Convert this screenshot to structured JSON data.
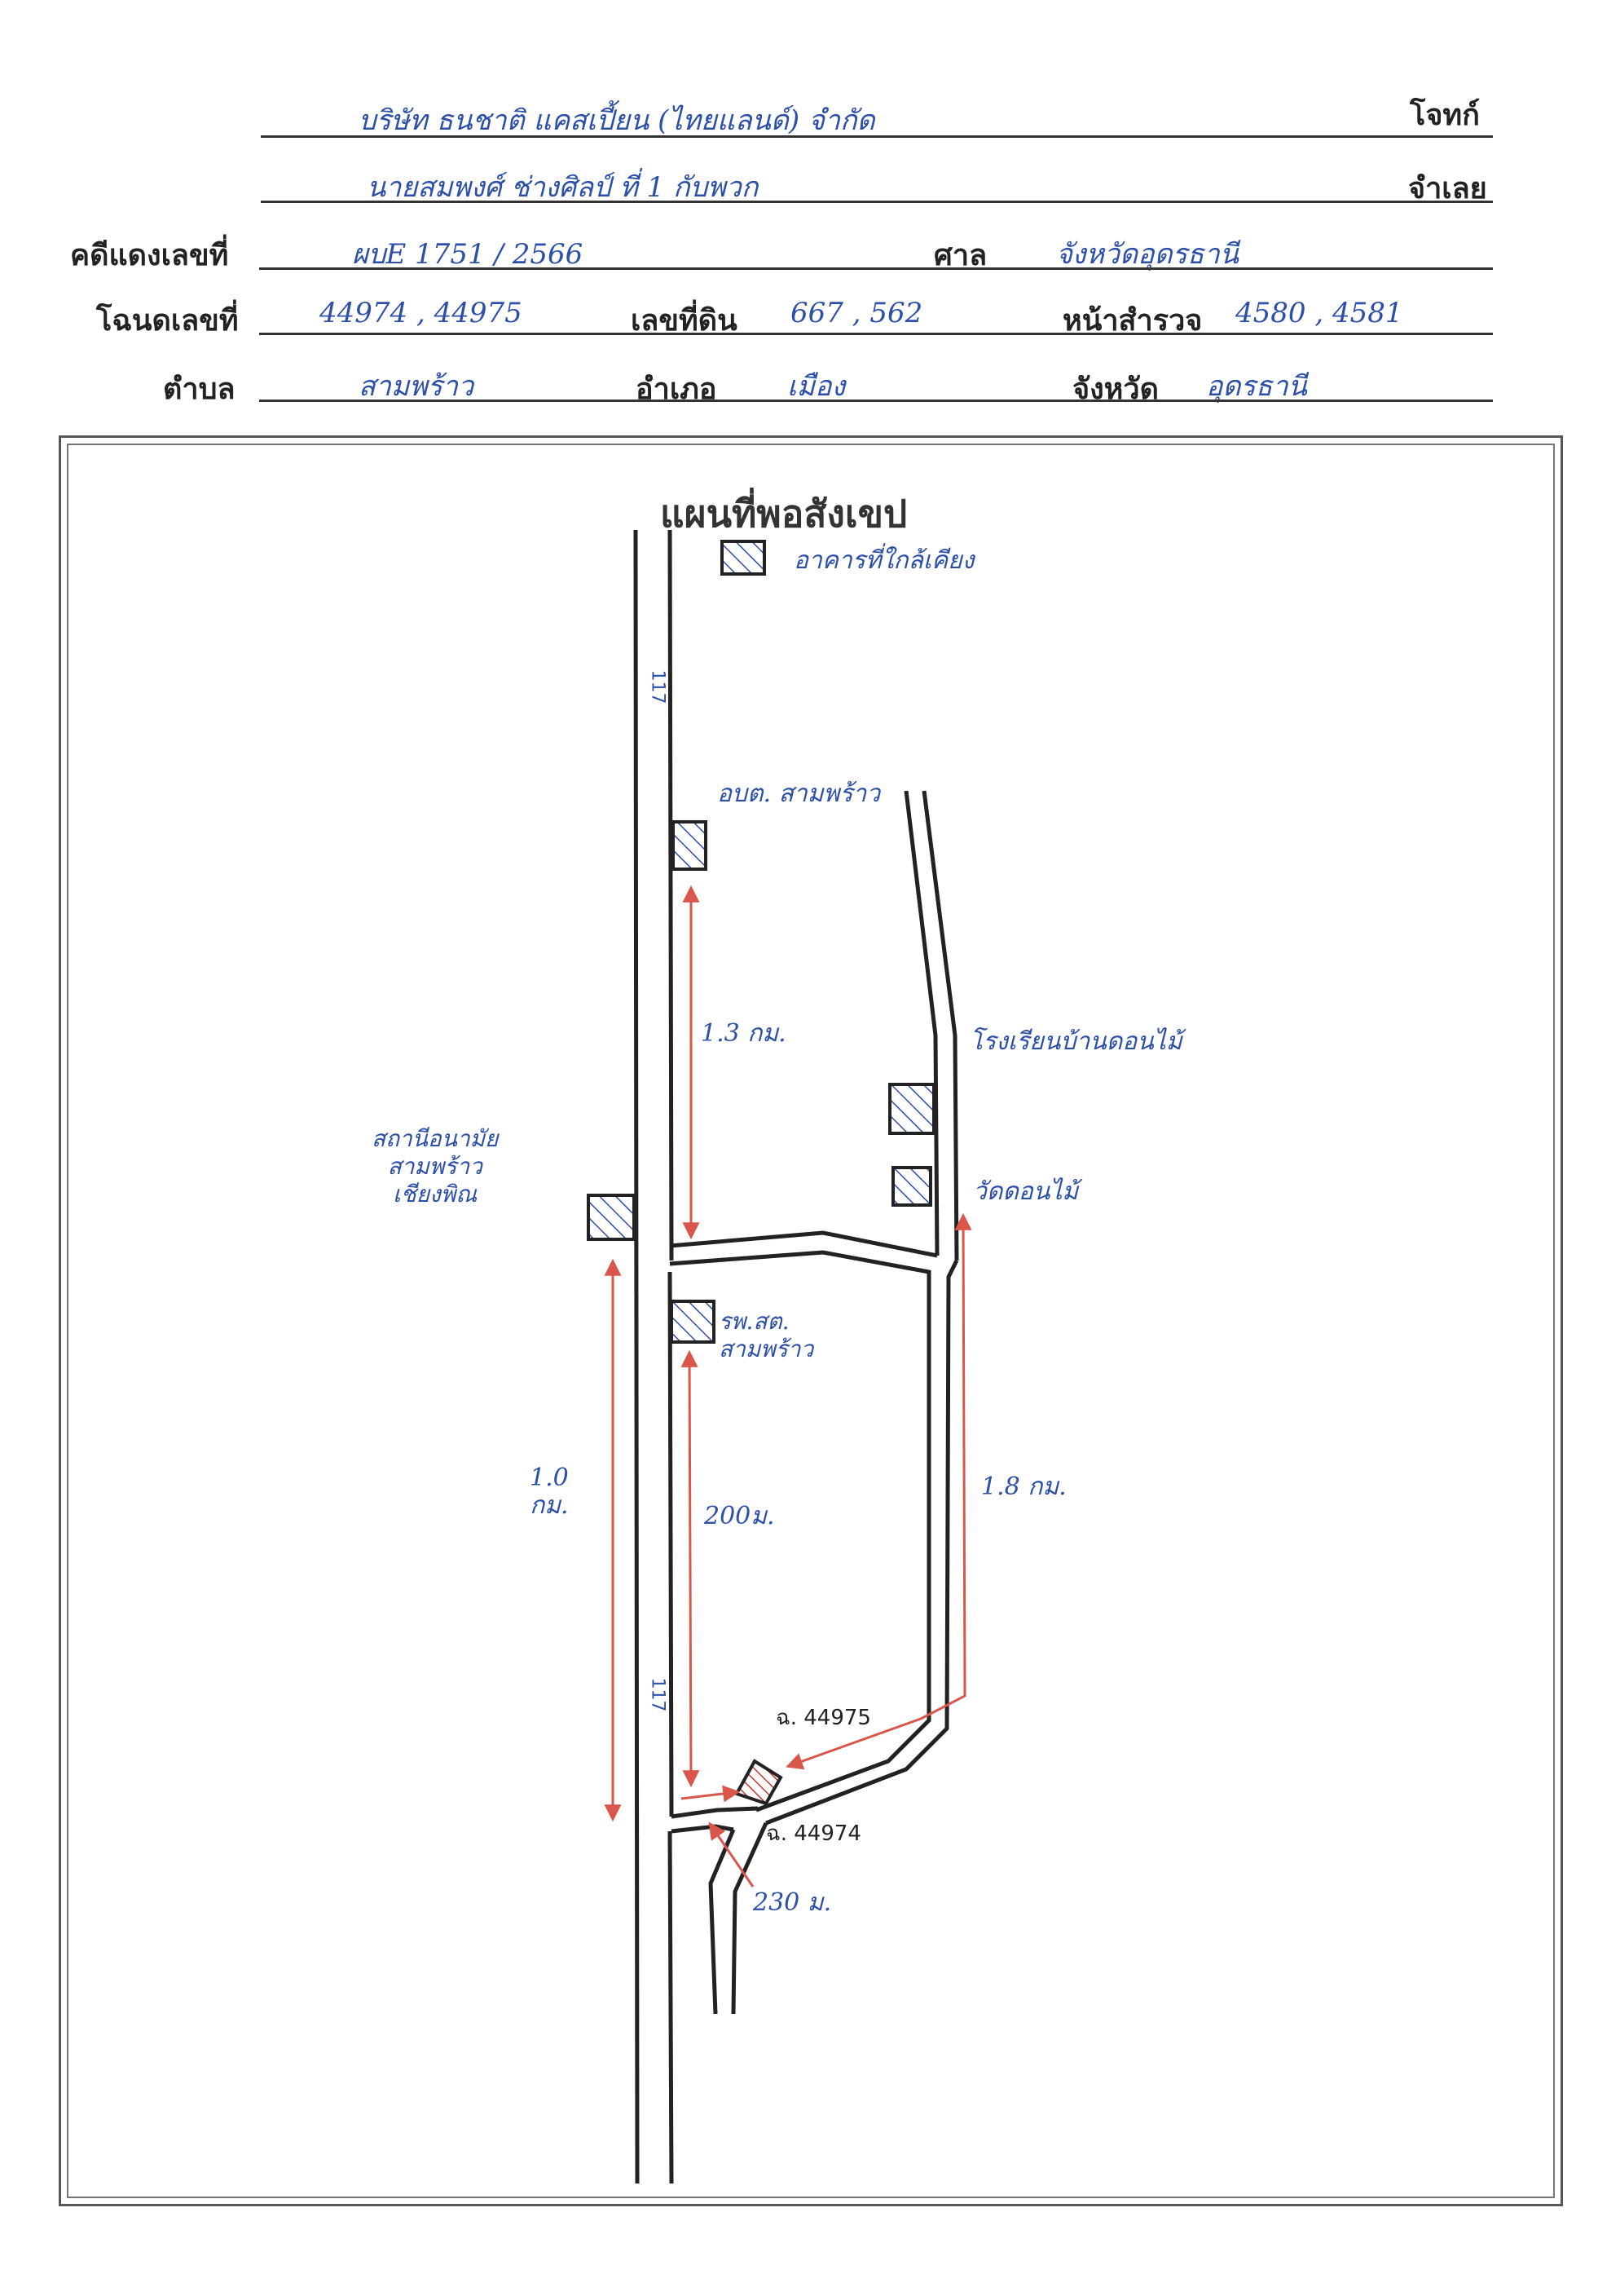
{
  "header": {
    "plaintiff": "บริษัท ธนชาติ แคสเปี้ยน (ไทยแลนด์) จำกัด",
    "plaintiff_label": "โจทก์",
    "defendant": "นายสมพงศ์ ช่างศิลป์ ที่ 1 กับพวก",
    "defendant_label": "จำเลย",
    "case_label": "คดีแดงเลขที่",
    "case_value": "ผบE 1751 / 2566",
    "court_label": "ศาล",
    "court_value": "จังหวัดอุดรธานี",
    "deed_label": "โฉนดเลขที่",
    "deed_value": "44974 , 44975",
    "land_no_label": "เลขที่ดิน",
    "land_no_value": "667 , 562",
    "survey_label": "หน้าสำรวจ",
    "survey_value": "4580 , 4581",
    "subdistrict_label": "ตำบล",
    "subdistrict_value": "สามพร้าว",
    "district_label": "อำเภอ",
    "district_value": "เมือง",
    "province_label": "จังหวัด",
    "province_value": "อุดรธานี"
  },
  "map": {
    "title": "แผนที่พอสังเขป",
    "legend_text": "อาคารที่ใกล้เคียง",
    "road_number_top": "117",
    "road_number_bottom": "117",
    "poi_top_right": "อบต. สามพร้าว",
    "poi_school": "โรงเรียนบ้านดอนไม้",
    "poi_temple": "วัดดอนไม้",
    "poi_left": "สถานีอนามัย\nสามพร้าว\nเชียงพิณ",
    "poi_middle": "รพ.สต.\nสามพร้าว",
    "dist_1": "1.3 กม.",
    "dist_2": "1.0\nกม.",
    "dist_3": "200ม.",
    "dist_4": "1.8 กม.",
    "dist_5": "230 ม.",
    "parcel_a": "ฉ. 44975",
    "parcel_b": "ฉ. 44974"
  },
  "colors": {
    "ink_blue": "#2c4fa8",
    "arrow_red": "#d9564a",
    "road": "#222222"
  }
}
